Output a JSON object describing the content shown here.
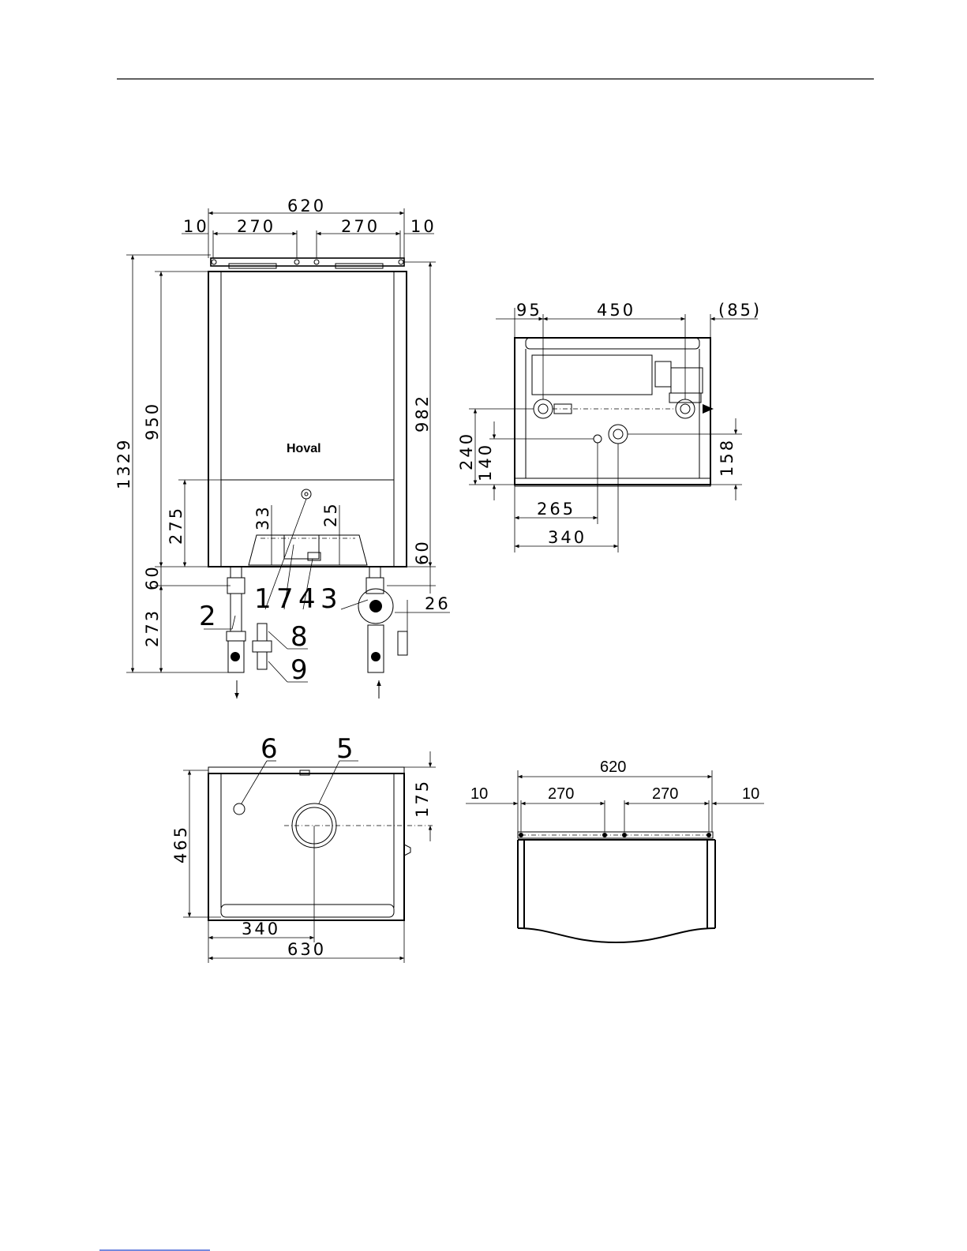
{
  "front_view": {
    "dims": {
      "total_width": "620",
      "edge_left": "10",
      "half_left": "270",
      "half_right": "270",
      "edge_right": "10",
      "overall_height": "1329",
      "body_height": "950",
      "right_height": "982",
      "lower_section": "275",
      "dim_33": "33",
      "dim_25": "25",
      "right_60": "60",
      "left_60": "60",
      "pipe_273": "273",
      "pump_26": "26"
    },
    "brand": "Hoval",
    "callouts": [
      "1",
      "7",
      "4",
      "3",
      "2",
      "8",
      "9"
    ]
  },
  "bottom_view": {
    "dims": {
      "d95": "95",
      "d450": "450",
      "d85": "(85)",
      "d240": "240",
      "d140": "140",
      "d158": "158",
      "d265": "265",
      "d340": "340"
    }
  },
  "top_view": {
    "dims": {
      "depth": "465",
      "d175": "175",
      "d340": "340",
      "width": "630"
    },
    "callouts": [
      "6",
      "5"
    ]
  },
  "bracket_view": {
    "dims": {
      "total": "620",
      "edge_left": "10",
      "half_left": "270",
      "half_right": "270",
      "edge_right": "10"
    }
  }
}
